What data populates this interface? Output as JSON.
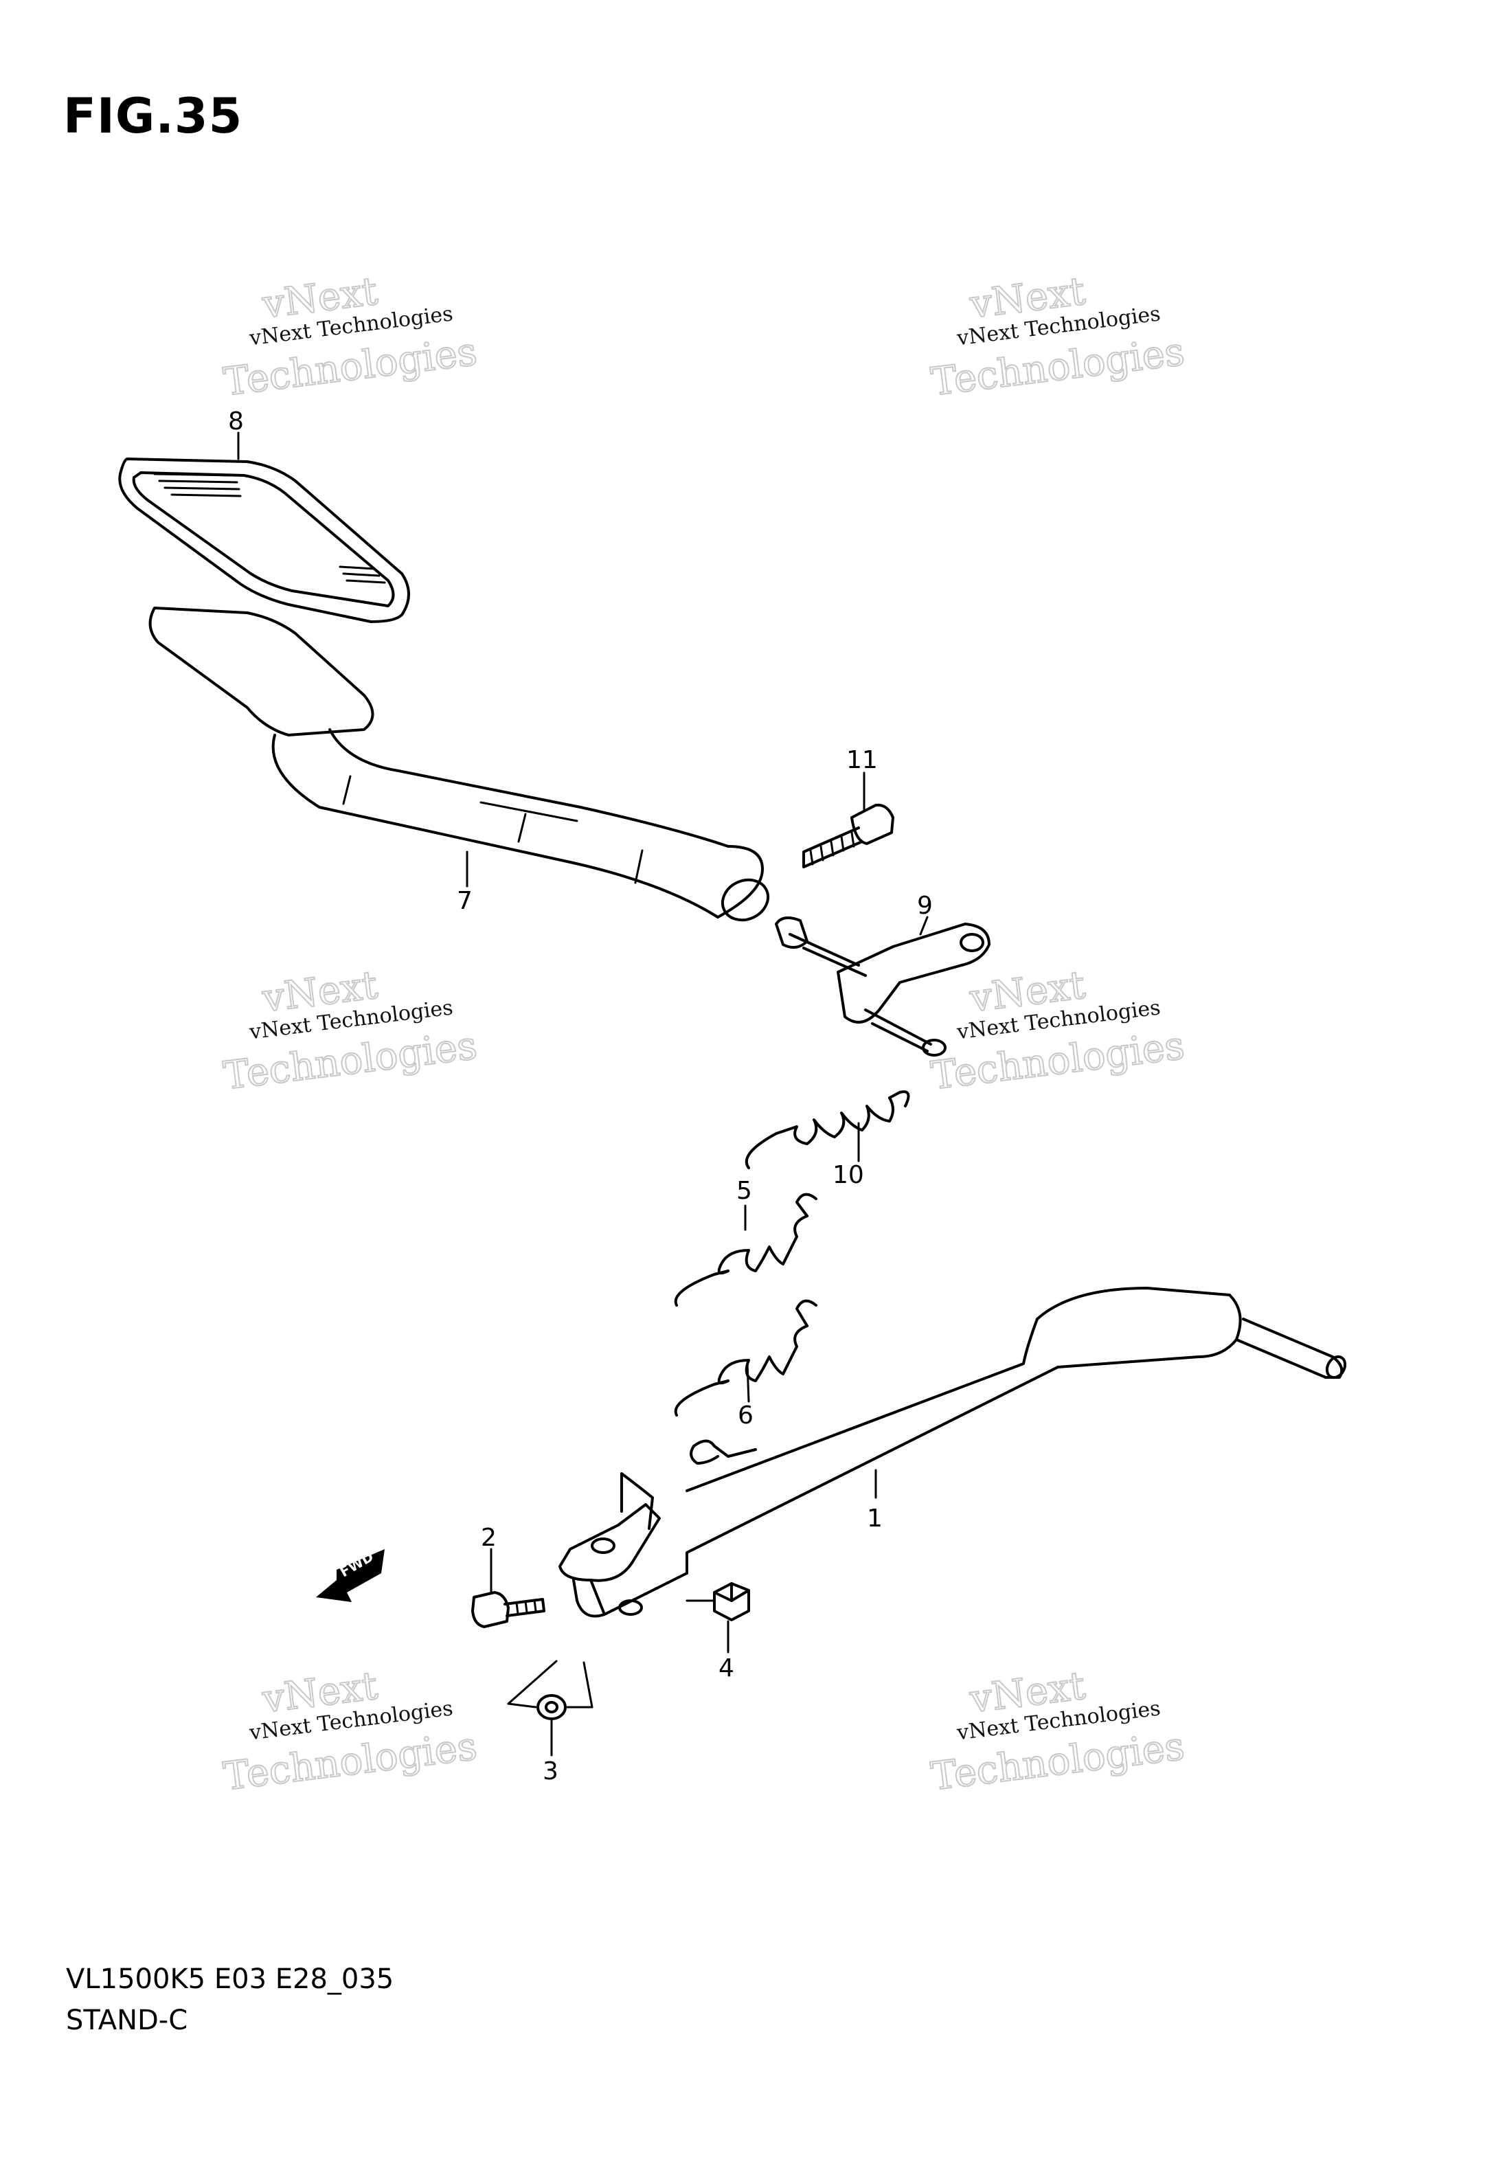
{
  "figure": {
    "title": "FIG.35",
    "footer_model": "VL1500K5  E03  E28_035",
    "footer_section": "STAND-C"
  },
  "watermark": {
    "line_small": "vNext Technologies",
    "line_big_top": "vNext",
    "line_big_bottom": "Technologies"
  },
  "fwd_label": "FWD",
  "callouts": [
    {
      "id": "1",
      "text": "1"
    },
    {
      "id": "2",
      "text": "2"
    },
    {
      "id": "3",
      "text": "3"
    },
    {
      "id": "4",
      "text": "4"
    },
    {
      "id": "5",
      "text": "5"
    },
    {
      "id": "6",
      "text": "6"
    },
    {
      "id": "7",
      "text": "7"
    },
    {
      "id": "8",
      "text": "8"
    },
    {
      "id": "9",
      "text": "9"
    },
    {
      "id": "10",
      "text": "10"
    },
    {
      "id": "11",
      "text": "11"
    }
  ]
}
